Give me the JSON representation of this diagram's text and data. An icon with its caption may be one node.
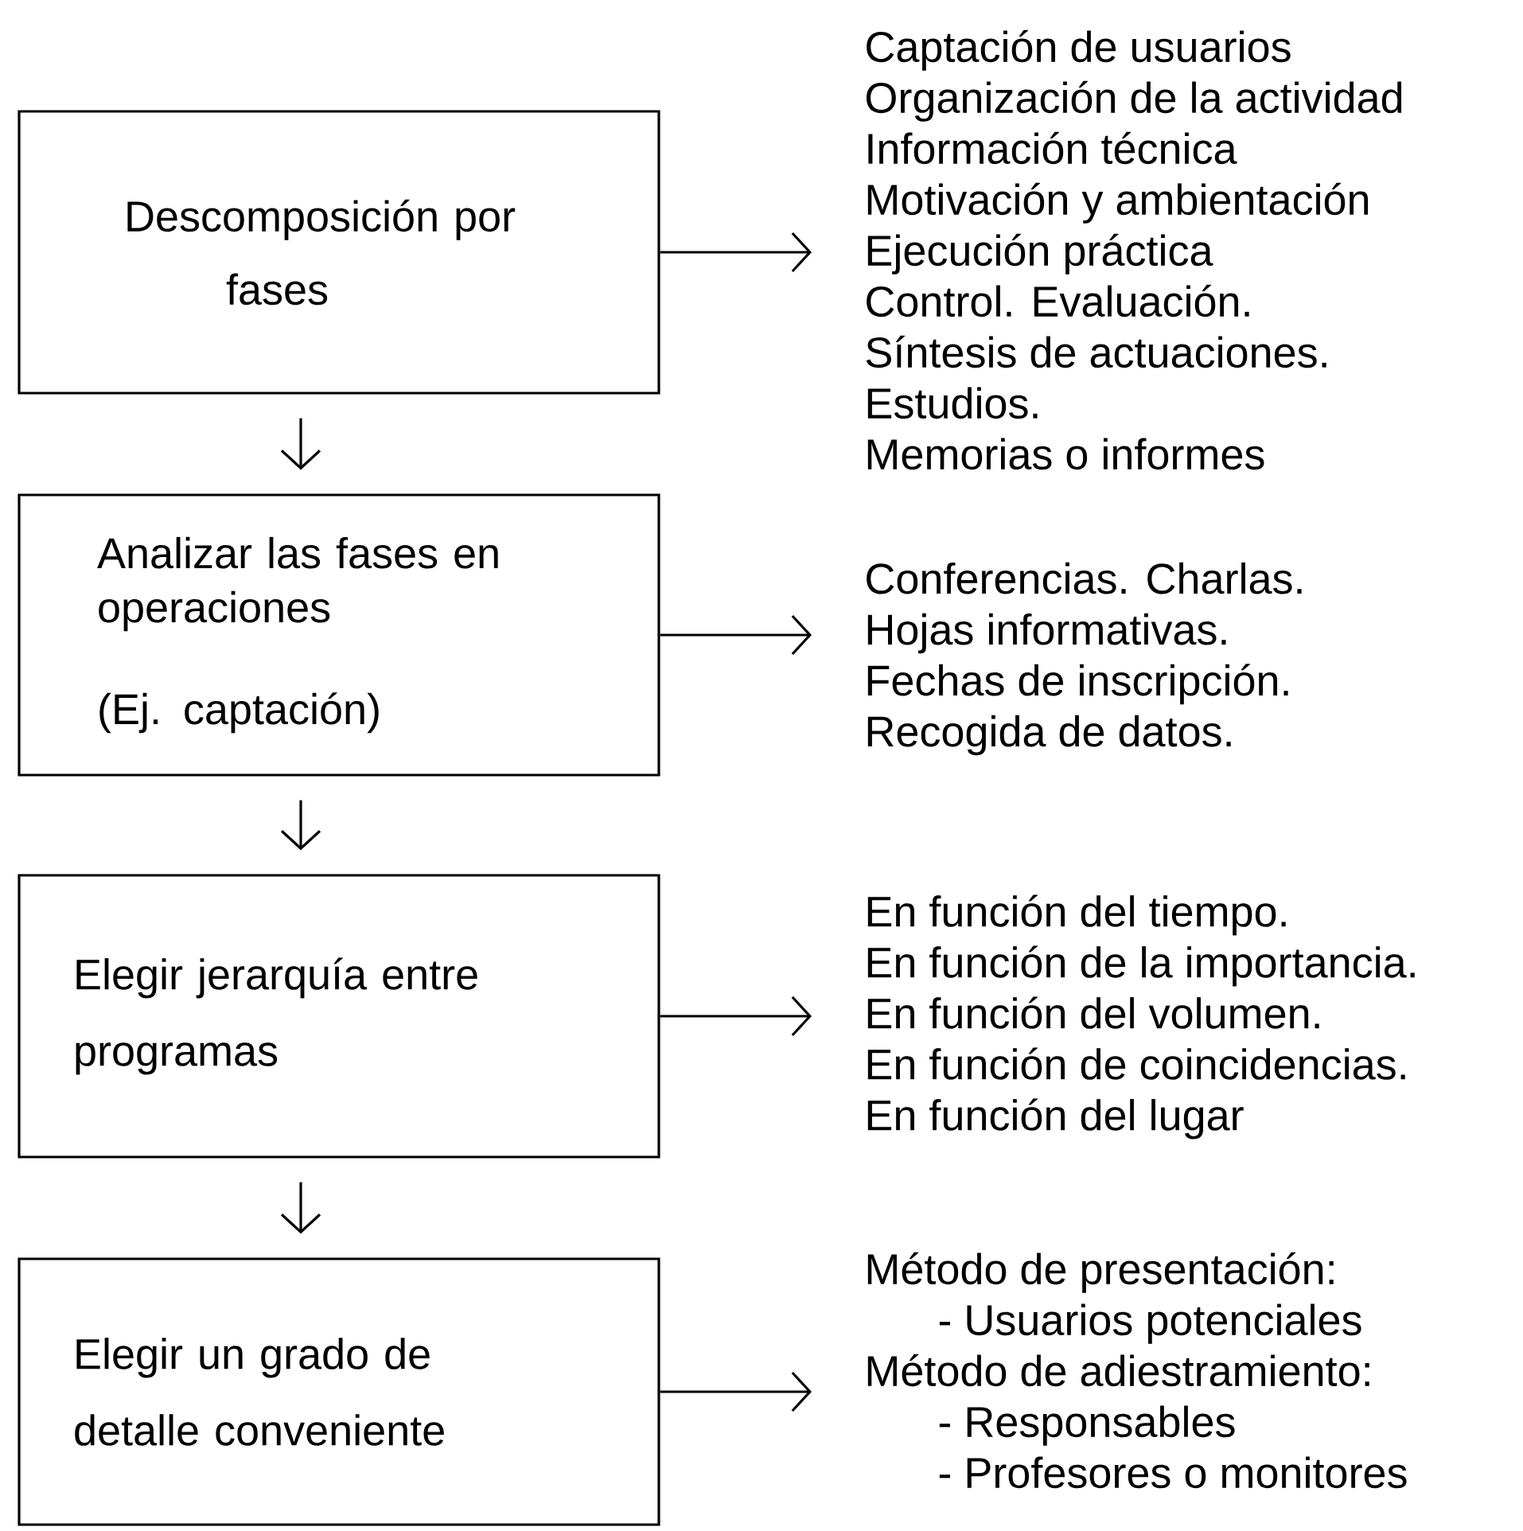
{
  "diagram": {
    "nodes": [
      {
        "text": [
          "Descomposición por fases"
        ]
      },
      {
        "text": [
          "Captación de usuarios",
          "Organización de la actividad",
          "Información técnica",
          "Motivación y ambientación",
          "Ejecución práctica",
          "Control. Evaluación.",
          "Síntesis de actuaciones.",
          "Estudios.",
          "Memorias o informes"
        ]
      },
      {
        "text": [
          "Analizar las fases en operaciones",
          "(Ej. captación)"
        ]
      },
      {
        "text": [
          "Conferencias. Charlas.",
          "Hojas informativas.",
          "Fechas de inscripción.",
          "Recogida de datos."
        ]
      },
      {
        "text": [
          "Elegir jerarquía entre programas"
        ]
      },
      {
        "text": [
          "En función del tiempo.",
          "En función de la importancia.",
          "En función del volumen.",
          "En función de coincidencias.",
          "En función del lugar"
        ]
      },
      {
        "text": [
          "Elegir un grado de detalle conveniente"
        ]
      },
      {
        "text": [
          "Método de presentación:",
          "- Usuarios potenciales",
          "Método de adiestramiento:",
          "- Responsables",
          "- Profesores o monitores"
        ]
      }
    ],
    "edges": [
      {
        "from": 0,
        "to": 1,
        "arrow": "to"
      },
      {
        "from": 0,
        "to": 2,
        "arrow": "to"
      },
      {
        "from": 2,
        "to": 3,
        "arrow": "to"
      },
      {
        "from": 2,
        "to": 4,
        "arrow": "to"
      },
      {
        "from": 4,
        "to": 5,
        "arrow": "to"
      },
      {
        "from": 4,
        "to": 6,
        "arrow": "to"
      },
      {
        "from": 6,
        "to": 7,
        "arrow": "to"
      }
    ]
  }
}
